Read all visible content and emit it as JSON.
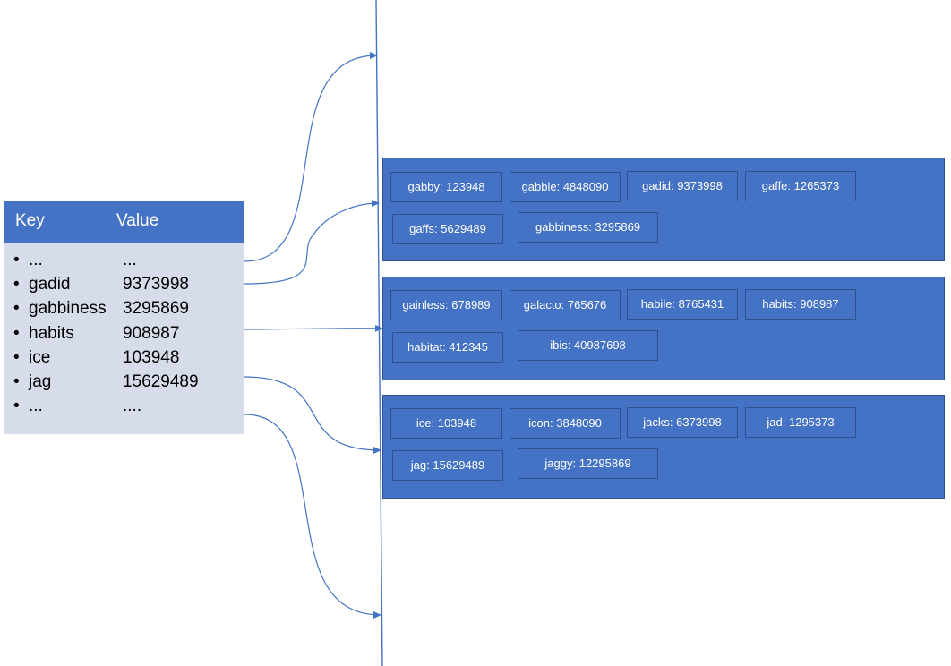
{
  "table": {
    "headers": {
      "key": "Key",
      "value": "Value"
    },
    "rows": [
      {
        "bullet": "•",
        "key": "...",
        "value": "..."
      },
      {
        "bullet": "•",
        "key": "gadid",
        "value": "9373998"
      },
      {
        "bullet": "•",
        "key": "gabbiness",
        "value": "3295869"
      },
      {
        "bullet": "•",
        "key": "habits",
        "value": "908987"
      },
      {
        "bullet": "•",
        "key": "ice",
        "value": "103948"
      },
      {
        "bullet": "•",
        "key": "jag",
        "value": "15629489"
      },
      {
        "bullet": "•",
        "key": "...",
        "value": "...."
      }
    ]
  },
  "blocks": [
    {
      "entries": [
        "gabby: 123948",
        "gabble: 4848090",
        "gadid: 9373998",
        "gaffe: 1265373",
        "gaffs: 5629489",
        "gabbiness: 3295869"
      ]
    },
    {
      "entries": [
        "gainless: 678989",
        "galacto: 765676",
        "habile: 8765431",
        "habits: 908987",
        "habitat: 412345",
        "ibis: 40987698"
      ]
    },
    {
      "entries": [
        "ice: 103948",
        "icon: 3848090",
        "jacks: 6373998",
        "jad: 1295373",
        "jag: 15629489",
        "jaggy: 12295869"
      ]
    }
  ],
  "colors": {
    "accent": "#4472c4",
    "table_body": "#d7dcea",
    "line": "#4472c4",
    "border": "#2f528f"
  }
}
